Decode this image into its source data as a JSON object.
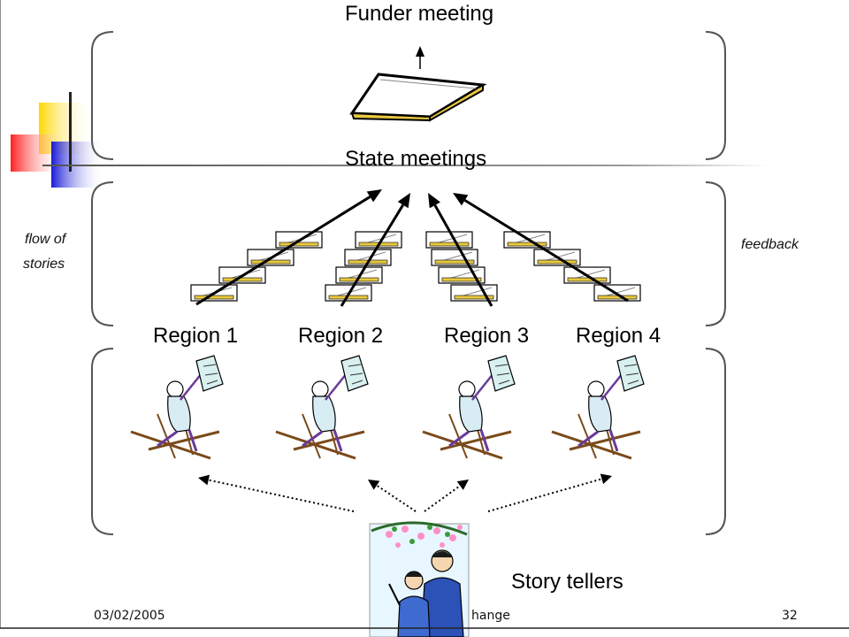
{
  "title_top": "Funder meeting",
  "title_state": "State meetings",
  "side_left": [
    "flow of",
    "stories"
  ],
  "side_right": "feedback",
  "regions": [
    "Region 1",
    "Region 2",
    "Region 3",
    "Region 4"
  ],
  "bottom_label": "Story tellers",
  "footer": {
    "date": "03/02/2005",
    "center": "hange",
    "page": "32"
  },
  "icons": {
    "documents": "document-stack-icon",
    "storyteller_figures": "dancing-figure-clipart",
    "people": "two-people-clipart",
    "decor": "color-blocks-decoration"
  },
  "colors": {
    "deco_yellow": "#ffd700",
    "deco_red": "#ff2020",
    "deco_blue": "#1a1ad8",
    "document_yellow": "#e8c840"
  }
}
